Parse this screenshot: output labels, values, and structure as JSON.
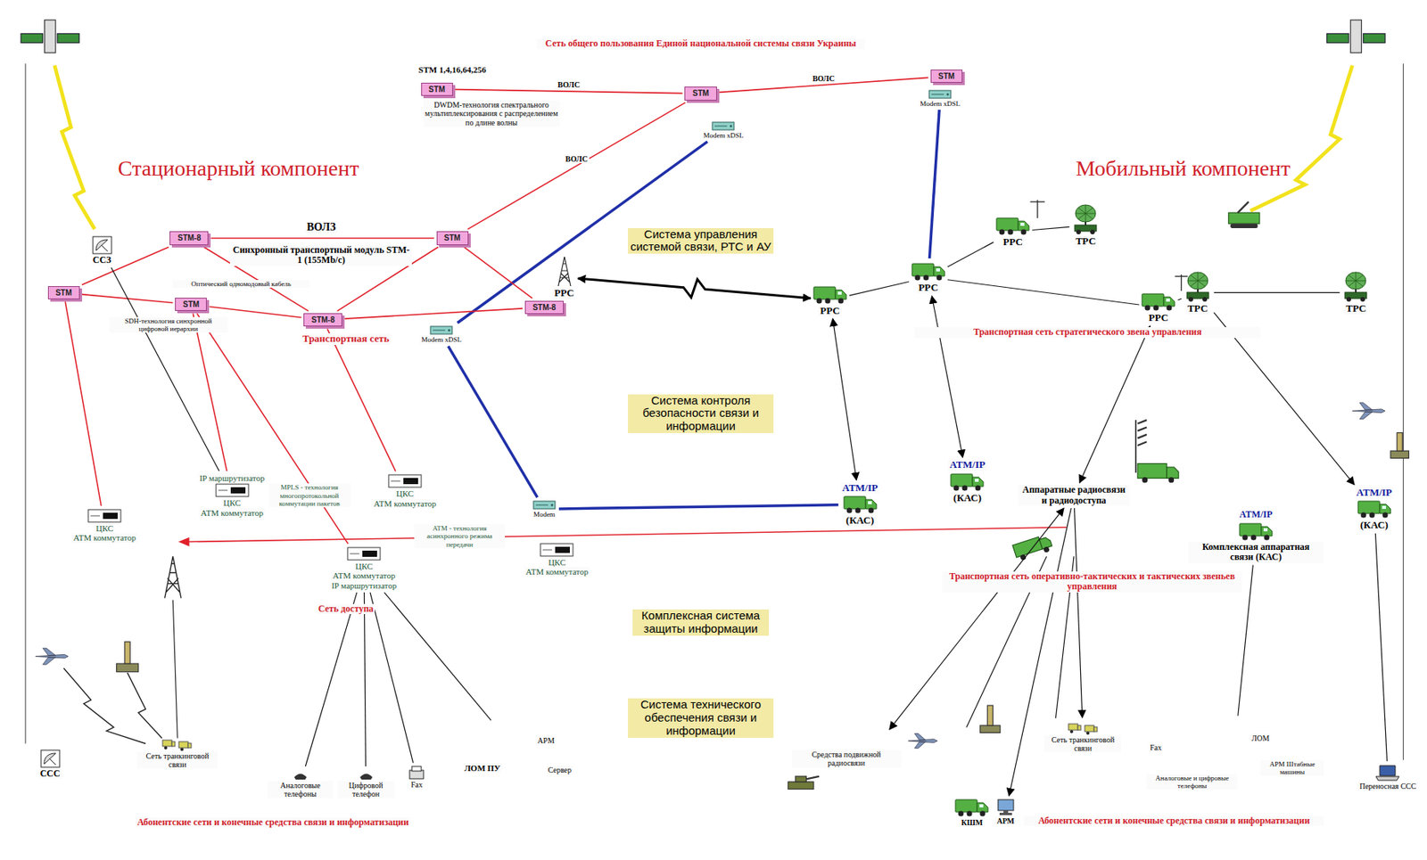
{
  "diagram": {
    "nodes": [
      {
        "text": [
          "Сеть общего пользования Единой национальной системы связи Украины"
        ]
      },
      {
        "text": [
          "STM"
        ],
        "in": 0
      },
      {
        "text": [
          "STM"
        ],
        "in": 0
      },
      {
        "text": [
          "STM"
        ],
        "in": 0
      },
      {
        "text": [
          "Modem xDSL"
        ],
        "in": 0
      },
      {
        "text": [
          "Modem xDSL"
        ],
        "in": 0
      },
      {
        "text": [
          "Система управления системой связи, РТС и АУ",
          "Система контроля безопасности связи и информации",
          "Комплексная система защиты информации",
          "Система технического обеспечения связи и информации"
        ]
      },
      {
        "text": [
          "ВОЛЗ",
          "Синхронный транспортный модуль STM-1 (155Mb/с)",
          "Оптический одномодовый кабель",
          "SDH-технология синхронной цифровой иерархии",
          "Транспортная сеть"
        ]
      },
      {
        "text": [
          "ССЗ"
        ],
        "in": 7
      },
      {
        "text": [
          "STM-8"
        ],
        "in": 7
      },
      {
        "text": [
          "STM"
        ],
        "in": 7
      },
      {
        "text": [
          "STM"
        ],
        "in": 7
      },
      {
        "text": [
          "STM-8"
        ],
        "in": 7
      },
      {
        "text": [
          "STM"
        ],
        "in": 7
      },
      {
        "text": [
          "STM-8"
        ],
        "in": 7
      },
      {
        "text": [
          "РРС"
        ],
        "in": 7
      },
      {
        "text": [
          "Modem xDSL"
        ],
        "in": 7
      },
      {
        "text": [
          "Транспортная сеть стратегического звена управления"
        ]
      },
      {
        "text": [
          "РРС"
        ],
        "in": 17
      },
      {
        "text": [
          "РРС"
        ],
        "in": 17
      },
      {
        "text": [
          "РРС"
        ],
        "in": 17
      },
      {
        "text": [
          "РРС"
        ],
        "in": 17
      },
      {
        "text": [
          "ТРС"
        ],
        "in": 17
      },
      {
        "text": [
          "ТРС"
        ],
        "in": 17
      },
      {
        "text": [
          "ТРС"
        ],
        "in": 17
      },
      {
        "text": [
          "MPLS - технология многопротокольной коммутации пакетов",
          "ATM - технология асинхронного режима передачи",
          "Сеть доступа"
        ]
      },
      {
        "text": [
          "ЦКС",
          "ATM коммутатор"
        ],
        "in": 25
      },
      {
        "text": [
          "IP маршрутизатор",
          "ЦКС",
          "ATM коммутатор"
        ],
        "in": 25
      },
      {
        "text": [
          "ЦКС",
          "ATM коммутатор"
        ],
        "in": 25
      },
      {
        "text": [
          "ЦКС",
          "ATM коммутатор"
        ],
        "in": 25
      },
      {
        "text": [
          "ЦКС",
          "ATM коммутатор",
          "IP маршрутизатор"
        ],
        "in": 25
      },
      {
        "text": [
          "Modem"
        ],
        "in": 25
      },
      {
        "text": [
          "Транспортная сеть оперативно-тактических и тактических звеньев управления"
        ]
      },
      {
        "text": [
          "ATM/IP",
          "(КАС)"
        ],
        "in": 32
      },
      {
        "text": [
          "ATM/IP",
          "(КАС)"
        ],
        "in": 32
      },
      {
        "text": [
          "Аппаратные радиосвязи и радиодоступа"
        ],
        "in": 32
      },
      {
        "text": [
          "ATM/IP",
          "Комплексная аппаратная связи (КАС)"
        ],
        "in": 32
      },
      {
        "text": [
          "ATM/IP",
          "(КАС)"
        ],
        "in": 32
      },
      {
        "text": [
          "Абонентские сети и конечные средства связи и информатизации"
        ]
      },
      {
        "text": [
          "ССС"
        ],
        "in": 38
      },
      {
        "text": [
          "Сеть транкинговой связи"
        ],
        "in": 38
      },
      {
        "text": [
          "Аналоговые телефоны"
        ],
        "in": 38
      },
      {
        "text": [
          "Цифровой телефон"
        ],
        "in": 38
      },
      {
        "text": [
          "Fax"
        ],
        "in": 38
      },
      {
        "text": [
          "ЛОМ ПУ",
          "АРМ",
          "Сервер"
        ],
        "in": 38
      },
      {
        "text": [
          "Абонентские сети и конечные средства связи и информатизации"
        ]
      },
      {
        "text": [
          "Средства подвижной радиосвязи"
        ],
        "in": 45
      },
      {
        "text": [
          "КШМ"
        ],
        "in": 45
      },
      {
        "text": [
          "АРМ"
        ],
        "in": 45
      },
      {
        "text": [
          "Сеть транкинговой связи"
        ],
        "in": 45
      },
      {
        "text": [
          "Fax",
          "Аналоговые и цифровые телефоны",
          "ЛОМ",
          "АРМ Штабные машины"
        ],
        "in": 45
      },
      {
        "text": [
          "Переносная ССС"
        ],
        "in": 45
      }
    ],
    "edges": [
      {
        "from": 1,
        "to": 2,
        "arrow": "none",
        "label": "ВОЛС"
      },
      {
        "from": 2,
        "to": 3,
        "arrow": "none",
        "label": "ВОЛС"
      },
      {
        "from": 2,
        "to": 13,
        "arrow": "none",
        "label": "ВОЛС"
      },
      {
        "from": 4,
        "to": 16,
        "arrow": "none"
      },
      {
        "from": 5,
        "to": 19,
        "arrow": "none"
      },
      {
        "from": 16,
        "to": 31,
        "arrow": "none"
      },
      {
        "from": 31,
        "to": 33,
        "arrow": "none"
      },
      {
        "from": 9,
        "to": 13,
        "arrow": "none"
      },
      {
        "from": 13,
        "to": 14,
        "arrow": "none"
      },
      {
        "from": 14,
        "to": 12,
        "arrow": "none"
      },
      {
        "from": 12,
        "to": 11,
        "arrow": "none"
      },
      {
        "from": 11,
        "to": 10,
        "arrow": "none"
      },
      {
        "from": 10,
        "to": 9,
        "arrow": "none"
      },
      {
        "from": 9,
        "to": 12,
        "arrow": "none"
      },
      {
        "from": 13,
        "to": 12,
        "arrow": "none"
      },
      {
        "from": 10,
        "to": 26,
        "arrow": "none"
      },
      {
        "from": 11,
        "to": 27,
        "arrow": "none"
      },
      {
        "from": 12,
        "to": 28,
        "arrow": "none"
      },
      {
        "from": 11,
        "to": 30,
        "arrow": "none"
      },
      {
        "from": 8,
        "to": 27,
        "arrow": "none"
      },
      {
        "from": 15,
        "to": 18,
        "arrow": "both"
      },
      {
        "from": 18,
        "to": 19,
        "arrow": "none"
      },
      {
        "from": 19,
        "to": 20,
        "arrow": "none"
      },
      {
        "from": 20,
        "to": 22,
        "arrow": "none"
      },
      {
        "from": 19,
        "to": 21,
        "arrow": "none"
      },
      {
        "from": 21,
        "to": 23,
        "arrow": "none"
      },
      {
        "from": 23,
        "to": 24,
        "arrow": "none"
      },
      {
        "from": 18,
        "to": 33,
        "arrow": "both"
      },
      {
        "from": 19,
        "to": 34,
        "arrow": "both"
      },
      {
        "from": 21,
        "to": 35,
        "arrow": "both"
      },
      {
        "from": 23,
        "to": 37,
        "arrow": "to"
      },
      {
        "from": 30,
        "to": 41,
        "arrow": "none"
      },
      {
        "from": 30,
        "to": 42,
        "arrow": "none"
      },
      {
        "from": 30,
        "to": 43,
        "arrow": "none"
      },
      {
        "from": 30,
        "to": 44,
        "arrow": "none"
      },
      {
        "from": 35,
        "to": 46,
        "arrow": "both"
      },
      {
        "from": 35,
        "to": 49,
        "arrow": "to"
      },
      {
        "from": 36,
        "to": 50,
        "arrow": "none"
      },
      {
        "from": 35,
        "to": 48,
        "arrow": "to"
      },
      {
        "from": 37,
        "to": 51,
        "arrow": "none"
      }
    ],
    "labels": [
      "Стационарный компонент",
      "Мобильный компонент",
      "STM 1,4,16,64,256",
      "DWDM-технология спектрального мультиплексирования с распределением по длине волны"
    ]
  }
}
